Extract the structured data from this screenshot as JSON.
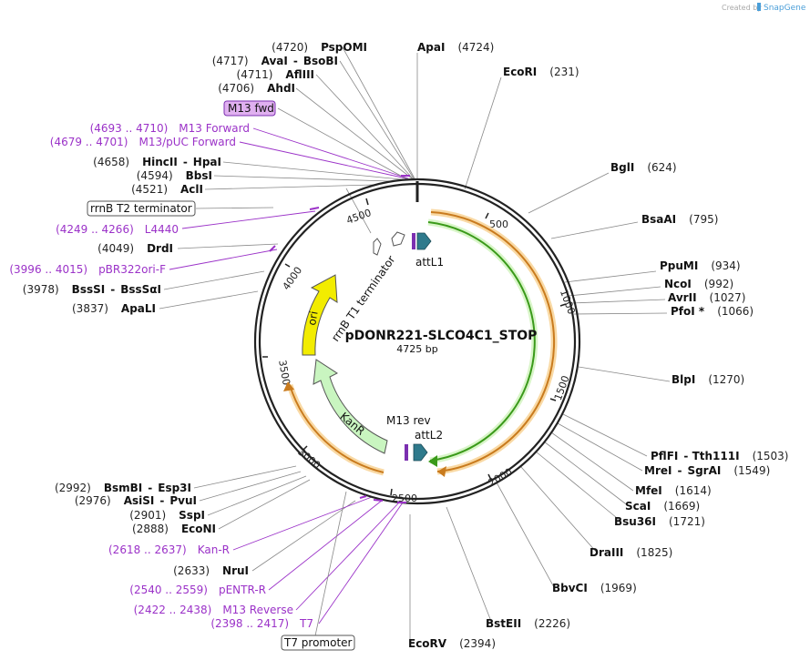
{
  "brand": {
    "created_by": "Created by",
    "name": "SnapGene"
  },
  "map": {
    "name": "pDONR221-SLCO4C1_STOP",
    "length": "4725 bp",
    "ticks": [
      "500",
      "1000",
      "1500",
      "2000",
      "2500",
      "3000",
      "3500",
      "4000",
      "4500"
    ]
  },
  "features": {
    "attL1": "attL1",
    "attL2": "attL2",
    "rrnB_T1": "rrnB T1 terminator",
    "ori": "ori",
    "KanR": "KanR",
    "M13_rev": "M13 rev",
    "M13_fwd": "M13 fwd",
    "rrnB_T2": "rrnB T2 terminator",
    "T7_promoter": "T7 promoter"
  },
  "enzymes_right": [
    {
      "name": "ApaI",
      "pos": "(4724)"
    },
    {
      "name": "EcoRI",
      "pos": "(231)"
    },
    {
      "name": "BglI",
      "pos": "(624)"
    },
    {
      "name": "BsaAI",
      "pos": "(795)"
    },
    {
      "name": "PpuMI",
      "pos": "(934)"
    },
    {
      "name": "NcoI",
      "pos": "(992)"
    },
    {
      "name": "AvrII",
      "pos": "(1027)"
    },
    {
      "name": "PfoI *",
      "pos": "(1066)"
    },
    {
      "name": "BlpI",
      "pos": "(1270)"
    },
    {
      "name": "PflFI",
      "name2": "Tth111I",
      "pos": "(1503)"
    },
    {
      "name": "MreI",
      "name2": "SgrAI",
      "pos": "(1549)"
    },
    {
      "name": "MfeI",
      "pos": "(1614)"
    },
    {
      "name": "ScaI",
      "pos": "(1669)"
    },
    {
      "name": "Bsu36I",
      "pos": "(1721)"
    },
    {
      "name": "DraIII",
      "pos": "(1825)"
    },
    {
      "name": "BbvCI",
      "pos": "(1969)"
    },
    {
      "name": "BstEII",
      "pos": "(2226)"
    },
    {
      "name": "EcoRV",
      "pos": "(2394)"
    }
  ],
  "enzymes_left": [
    {
      "pos": "(4720)",
      "name": "PspOMI"
    },
    {
      "pos": "(4717)",
      "name": "AvaI",
      "name2": "BsoBI"
    },
    {
      "pos": "(4711)",
      "name": "AflIII"
    },
    {
      "pos": "(4706)",
      "name": "AhdI"
    },
    {
      "pos": "(4658)",
      "name": "HincII",
      "name2": "HpaI"
    },
    {
      "pos": "(4594)",
      "name": "BbsI"
    },
    {
      "pos": "(4521)",
      "name": "AclI"
    },
    {
      "pos": "(4049)",
      "name": "DrdI"
    },
    {
      "pos": "(3978)",
      "name": "BssSI",
      "name2": "BssSαI"
    },
    {
      "pos": "(3837)",
      "name": "ApaLI"
    },
    {
      "pos": "(2992)",
      "name": "BsmBI",
      "name2": "Esp3I"
    },
    {
      "pos": "(2976)",
      "name": "AsiSI",
      "name2": "PvuI"
    },
    {
      "pos": "(2901)",
      "name": "SspI"
    },
    {
      "pos": "(2888)",
      "name": "EcoNI"
    },
    {
      "pos": "(2633)",
      "name": "NruI"
    }
  ],
  "primers": [
    {
      "range": "(4693 .. 4710)",
      "name": "M13 Forward"
    },
    {
      "range": "(4679 .. 4701)",
      "name": "M13/pUC Forward"
    },
    {
      "range": "(4249 .. 4266)",
      "name": "L4440"
    },
    {
      "range": "(3996 .. 4015)",
      "name": "pBR322ori-F"
    },
    {
      "range": "(2618 .. 2637)",
      "name": "Kan-R"
    },
    {
      "range": "(2540 .. 2559)",
      "name": "pENTR-R"
    },
    {
      "range": "(2422 .. 2438)",
      "name": "M13 Reverse"
    },
    {
      "range": "(2398 .. 2417)",
      "name": "T7"
    }
  ],
  "colors": {
    "backbone": "#222222",
    "orange": "#e8a33a",
    "green": "#3a9a1a",
    "att": "#2f7a8c",
    "ori": "#f2ec00",
    "kanr": "#c9f5c0",
    "primer": "#9b32c8",
    "m13fwd": "#e0b0f0"
  }
}
